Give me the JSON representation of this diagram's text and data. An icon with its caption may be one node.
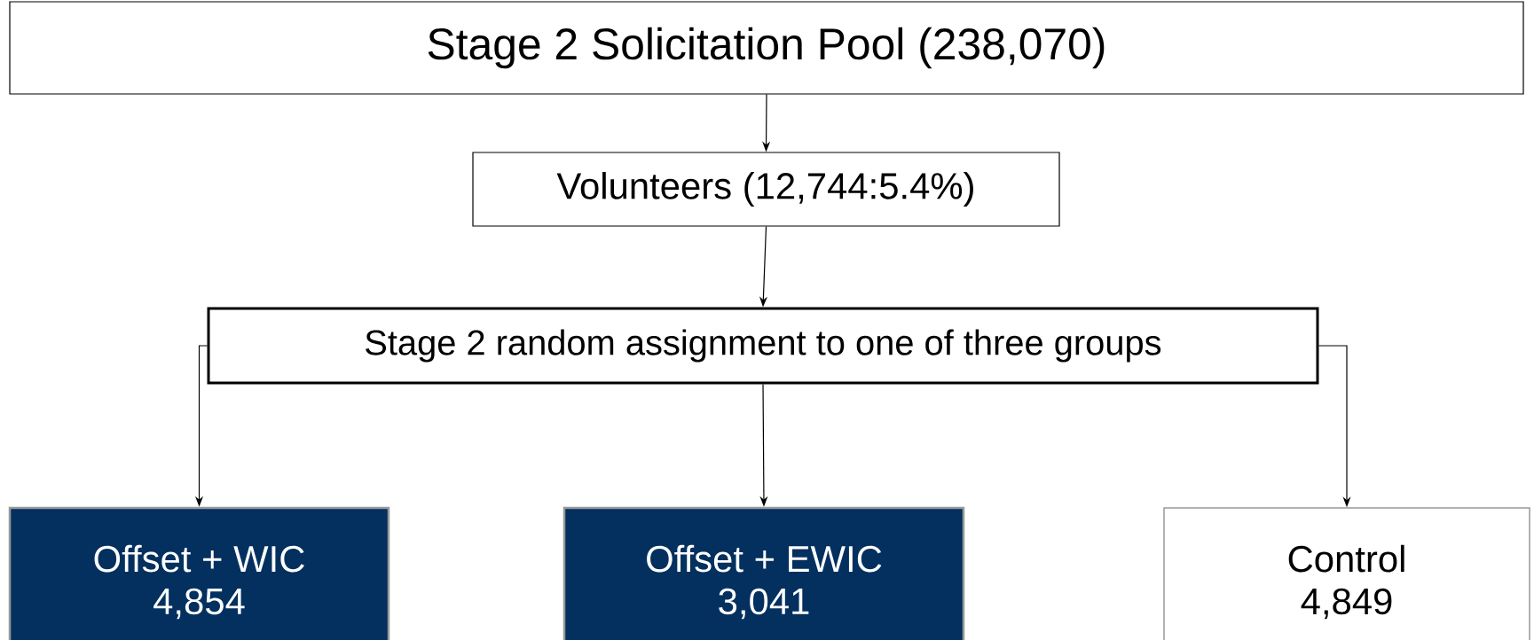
{
  "diagram": {
    "nodes": [
      {
        "text": [
          "Stage 2 Solicitation Pool (238,070)"
        ]
      },
      {
        "text": [
          "Volunteers (12,744:5.4%)"
        ]
      },
      {
        "text": [
          "Stage 2 random assignment to one of three groups"
        ]
      },
      {
        "text": [
          "Offset + WIC",
          "4,854"
        ]
      },
      {
        "text": [
          "Offset + EWIC",
          "3,041"
        ]
      },
      {
        "text": [
          "Control",
          "4,849"
        ]
      }
    ],
    "edges": [
      {
        "from": 0,
        "to": 1,
        "arrow": "to"
      },
      {
        "from": 1,
        "to": 2,
        "arrow": "to"
      },
      {
        "from": 2,
        "to": 3,
        "arrow": "to"
      },
      {
        "from": 2,
        "to": 4,
        "arrow": "to"
      },
      {
        "from": 2,
        "to": 5,
        "arrow": "to"
      }
    ]
  }
}
